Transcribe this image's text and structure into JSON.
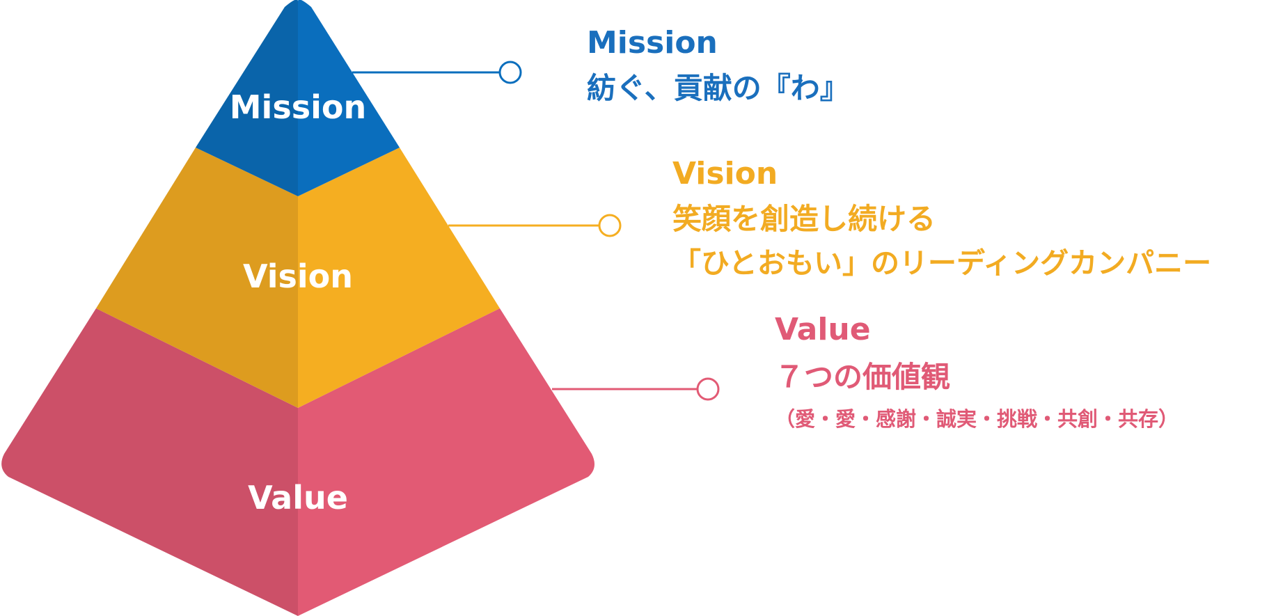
{
  "diagram": {
    "type": "pyramid",
    "layers": [
      {
        "id": "mission",
        "label": "Mission",
        "title": "Mission",
        "lines": [
          "紡ぐ、貢献の『わ』"
        ],
        "color": "#0A6EBD"
      },
      {
        "id": "vision",
        "label": "Vision",
        "title": "Vision",
        "lines": [
          "笑顔を創造し続ける",
          "「ひとおもい」のリーディングカンパニー"
        ],
        "color": "#F5AE21"
      },
      {
        "id": "value",
        "label": "Value",
        "title": "Value",
        "lines": [
          "７つの価値観"
        ],
        "note": "（愛・愛・感謝・誠実・挑戦・共創・共存）",
        "color": "#E25A74"
      }
    ]
  }
}
